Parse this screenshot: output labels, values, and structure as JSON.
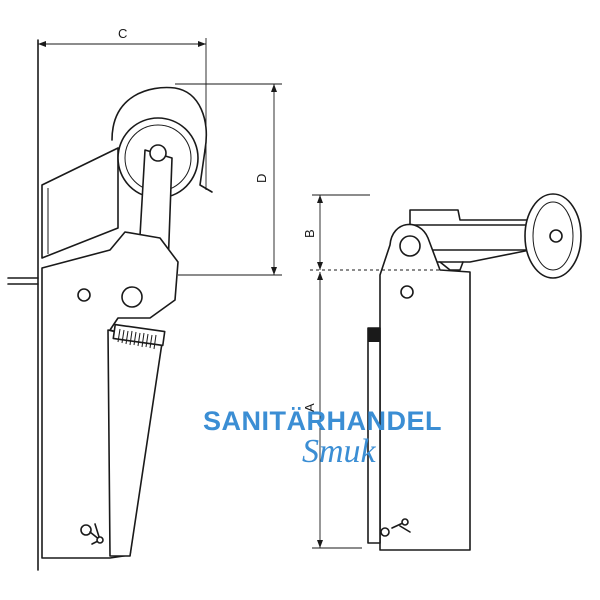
{
  "dimensions": {
    "c": "C",
    "d": "D",
    "b": "B",
    "a": "A"
  },
  "watermark": {
    "line1": "SANITÄRHANDEL",
    "line2": "Smuk",
    "color": "#3b8ed4"
  },
  "colors": {
    "ink": "#1a1a1a",
    "background": "#ffffff"
  }
}
